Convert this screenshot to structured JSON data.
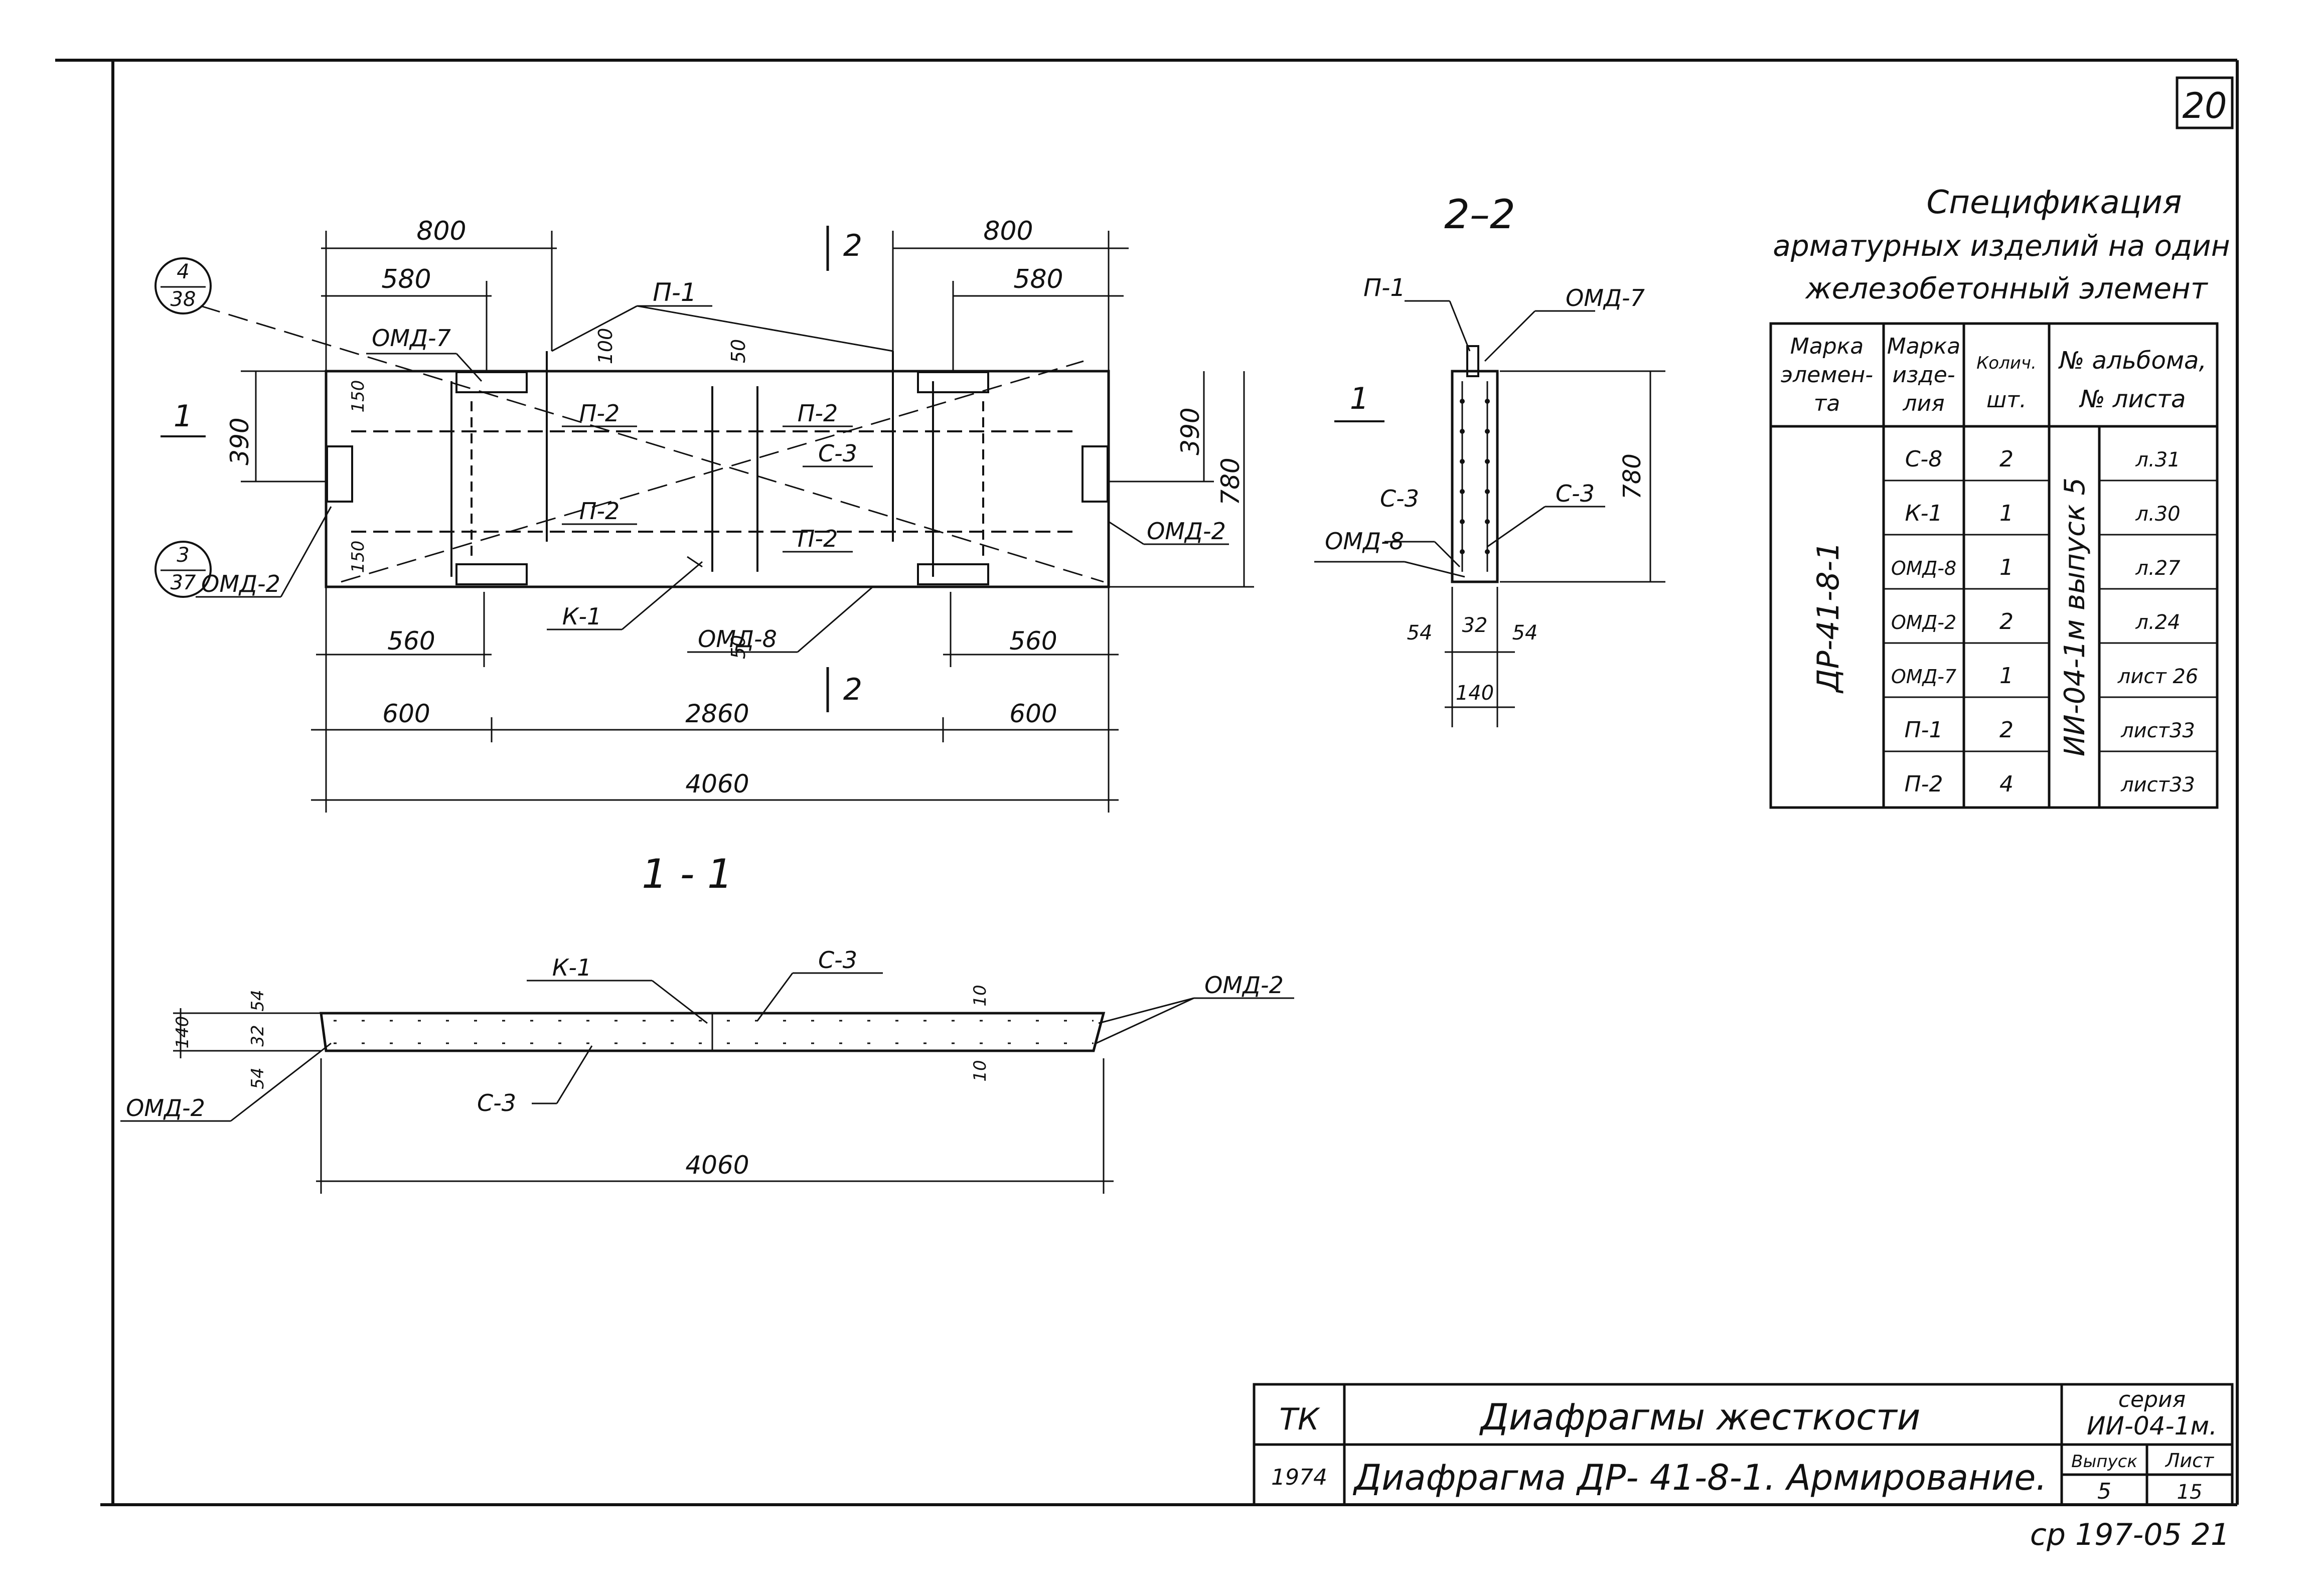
{
  "sheet_corner_number": "20",
  "plan": {
    "dims_top_left": [
      "800",
      "580"
    ],
    "dims_top_right": [
      "800",
      "580"
    ],
    "dims_vertical_left": [
      "390",
      "150",
      "150"
    ],
    "dims_vertical_right": [
      "390",
      "780"
    ],
    "dims_inner": [
      "100",
      "50",
      "50"
    ],
    "dims_bottom": [
      "560",
      "560",
      "600",
      "2860",
      "600",
      "4060"
    ],
    "labels": {
      "p1": "П-1",
      "omd7": "ОМД-7",
      "p2": "П-2",
      "s3": "С-3",
      "k1": "К-1",
      "omd8": "ОМД-8",
      "omd2": "ОМД-2",
      "omd2b": "ОМД-2"
    },
    "callout_a": {
      "top": "4",
      "bottom": "38"
    },
    "callout_b": {
      "top": "3",
      "bottom": "37"
    },
    "section_1_mark": "1",
    "section_2_mark": "2"
  },
  "section_2_2": {
    "title": "2–2",
    "labels": {
      "p1": "П-1",
      "omd7": "ОМД-7",
      "s3a": "С-3",
      "s3b": "С-3",
      "omd8": "ОМД-8"
    },
    "mark": "1",
    "dims": [
      "780",
      "54",
      "32",
      "54",
      "140"
    ]
  },
  "section_1_1": {
    "title": "1 - 1",
    "labels": {
      "k1": "К-1",
      "s3a": "С-3",
      "s3b": "С-3",
      "omd2a": "ОМД-2",
      "omd2b": "ОМД-2"
    },
    "dims_left": [
      "140",
      "54",
      "32",
      "54"
    ],
    "dims_right": [
      "10",
      "10"
    ],
    "length": "4060"
  },
  "spec": {
    "title_lines": [
      "Спецификация",
      "арматурных изделий на один",
      "железобетонный элемент"
    ],
    "headers": {
      "col1": [
        "Марка",
        "элемен-",
        "та"
      ],
      "col2": [
        "Марка",
        "изде-",
        "лия"
      ],
      "col3": [
        "Колич.",
        "шт."
      ],
      "col4": [
        "№ альбома,",
        "№ листа"
      ]
    },
    "element": "ДР-41-8-1",
    "album": "ИИ-04-1м выпуск 5",
    "rows": [
      {
        "item": "С-8",
        "qty": "2",
        "sheet": "л.31"
      },
      {
        "item": "К-1",
        "qty": "1",
        "sheet": "л.30"
      },
      {
        "item": "ОМД-8",
        "qty": "1",
        "sheet": "л.27"
      },
      {
        "item": "ОМД-2",
        "qty": "2",
        "sheet": "л.24"
      },
      {
        "item": "ОМД-7",
        "qty": "1",
        "sheet": "лист 26"
      },
      {
        "item": "П-1",
        "qty": "2",
        "sheet": "лист33"
      },
      {
        "item": "П-2",
        "qty": "4",
        "sheet": "лист33"
      }
    ]
  },
  "title_block": {
    "tk": "ТК",
    "year": "1974",
    "title1": "Диафрагмы жесткости",
    "title2": "Диафрагма ДР- 41-8-1. Армирование.",
    "series_label": "серия",
    "series_value": "ИИ-04-1м.",
    "vypusk_label": "Выпуск",
    "vypusk_value": "5",
    "list_label": "Лист",
    "list_value": "15"
  },
  "footer_code": "ср 197-05 21"
}
